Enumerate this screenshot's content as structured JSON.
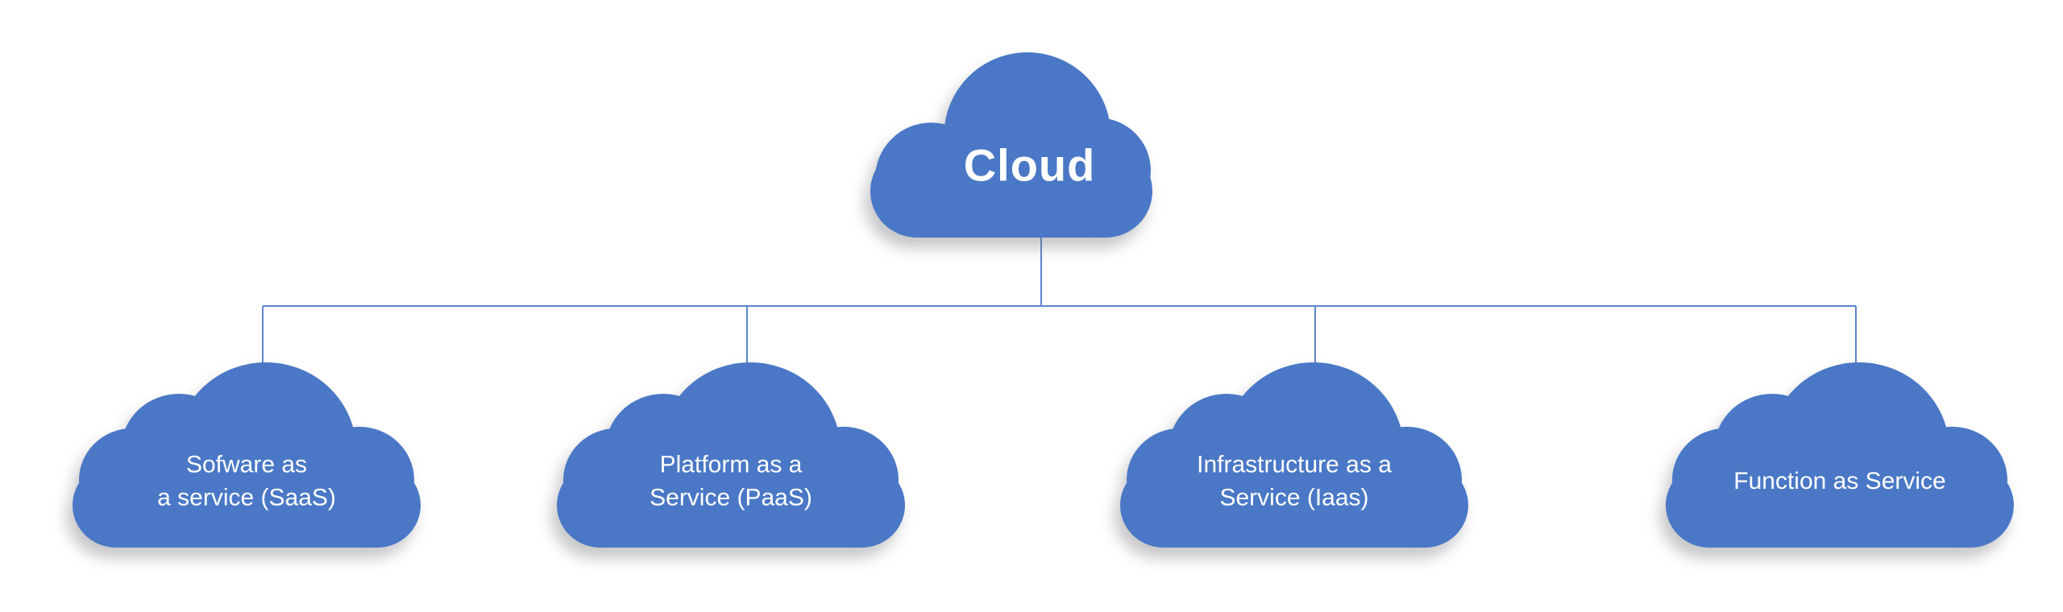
{
  "diagram": {
    "root": {
      "label": "Cloud"
    },
    "children": [
      {
        "lines": [
          "Sofware as",
          "a service (SaaS)"
        ]
      },
      {
        "lines": [
          "Platform as a",
          "Service (PaaS)"
        ]
      },
      {
        "lines": [
          "Infrastructure as a",
          "Service (Iaas)"
        ]
      },
      {
        "lines": [
          "Function as Service"
        ]
      }
    ],
    "colors": {
      "cloud_fill": "#4a78c6",
      "connector": "#4a78c6",
      "label_text": "#ffffff",
      "background": "#ffffff"
    }
  }
}
